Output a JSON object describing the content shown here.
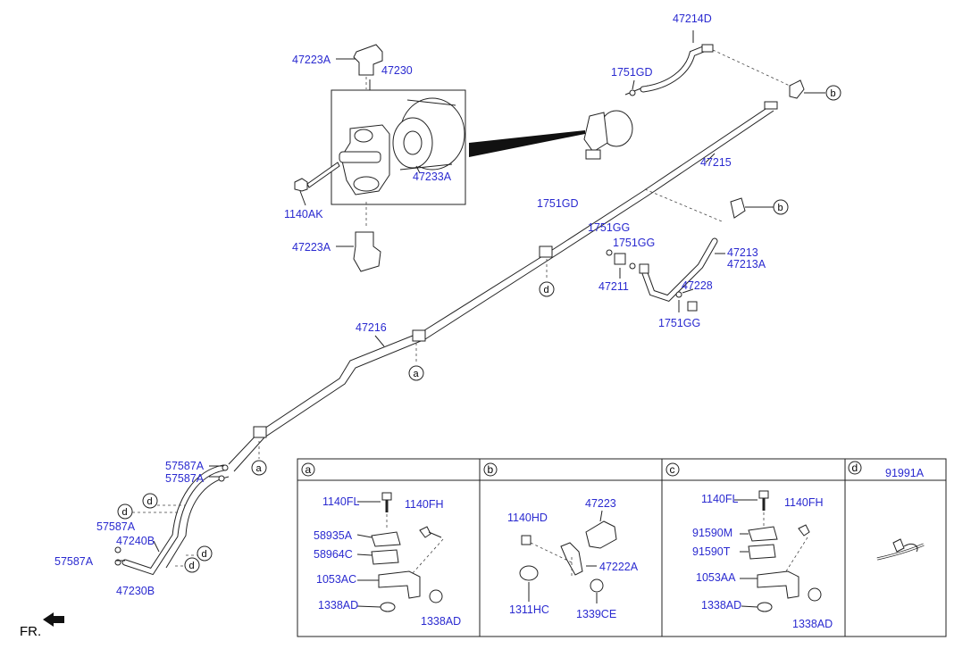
{
  "parts": {
    "p47214D": "47214D",
    "p1751GD_a": "1751GD",
    "p1751GD_b": "1751GD",
    "p47223A_top": "47223A",
    "p47230": "47230",
    "p47233A": "47233A",
    "p1140AK": "1140AK",
    "p47223A_bot": "47223A",
    "p47215": "47215",
    "p1751GG_a": "1751GG",
    "p1751GG_b": "1751GG",
    "p1751GG_c": "1751GG",
    "p47211": "47211",
    "p47213": "47213",
    "p47213A": "47213A",
    "p47228": "47228",
    "p47216": "47216",
    "p57587A_1": "57587A",
    "p57587A_2": "57587A",
    "p57587A_3": "57587A",
    "p57587A_4": "57587A",
    "p47240B": "47240B",
    "p47230B": "47230B"
  },
  "refs": {
    "a_main1": "a",
    "a_main2": "a",
    "b_main1": "b",
    "b_main2": "b",
    "d_main1": "d",
    "d_main2": "d",
    "d_main3": "d",
    "d_main4": "d",
    "d_main5": "d"
  },
  "fr_label": "FR.",
  "table": {
    "a": {
      "header": "a",
      "labels": [
        "1140FL",
        "1140FH",
        "58935A",
        "58964C",
        "1053AC",
        "1338AD",
        "1338AD"
      ]
    },
    "b": {
      "header": "b",
      "labels": [
        "47223",
        "1140HD",
        "47222A",
        "1311HC",
        "1339CE"
      ]
    },
    "c": {
      "header": "c",
      "labels": [
        "1140FL",
        "1140FH",
        "91590M",
        "91590T",
        "1053AA",
        "1338AD",
        "1338AD"
      ]
    },
    "d": {
      "header": "d",
      "part": "91991A"
    }
  }
}
